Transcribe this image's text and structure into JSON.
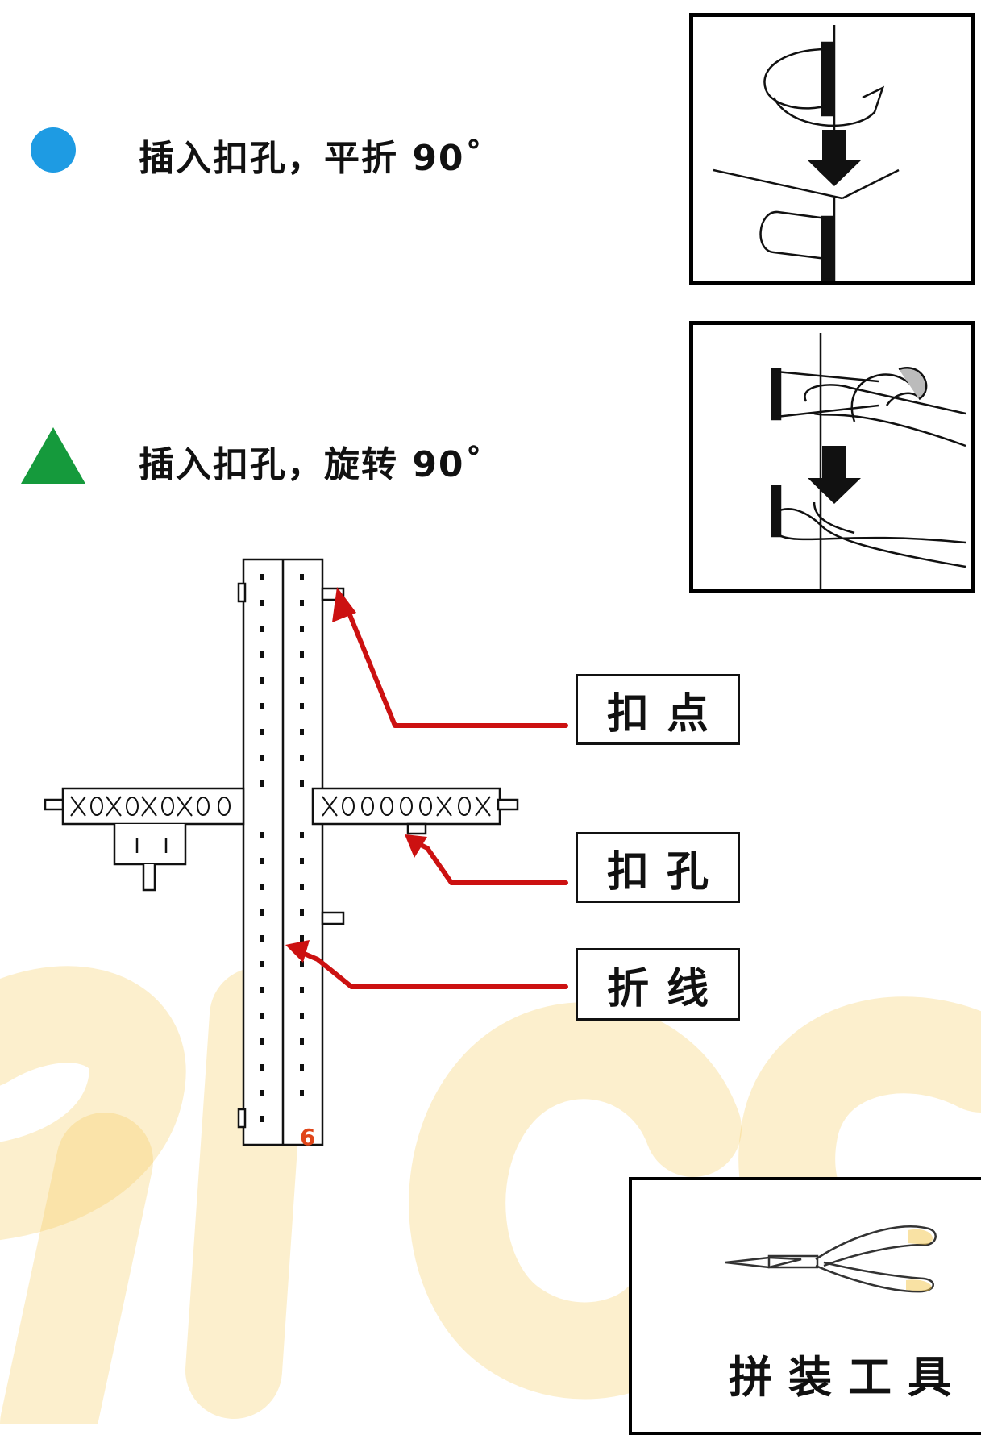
{
  "legend": [
    {
      "symbol": "blue-circle",
      "color": "#1e9be3",
      "text": "插入扣孔，平折 90˚"
    },
    {
      "symbol": "green-triangle",
      "color": "#159a3c",
      "text": "插入扣孔，旋转 90˚"
    }
  ],
  "callouts": {
    "buckle_point": "扣点",
    "buckle_hole": "扣孔",
    "fold_line": "折线"
  },
  "part_number": "6",
  "tool_panel": {
    "label": "拼装工具",
    "icon": "pliers-icon"
  },
  "colors": {
    "arrow": "#cc1111",
    "watermark": "#f4c64a",
    "part_number": "#e0461a"
  }
}
